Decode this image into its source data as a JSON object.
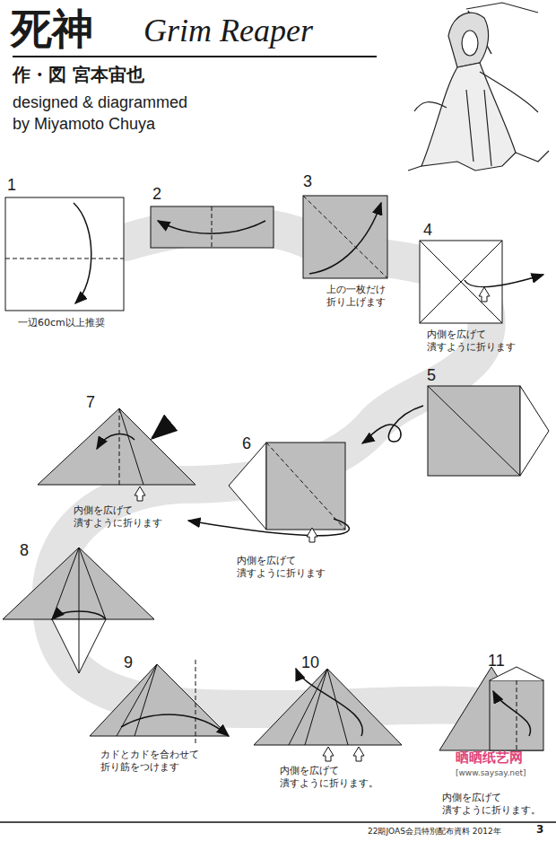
{
  "diagram": {
    "title": "死神",
    "labels": [
      "Grim Reaper",
      "作・図 宮本宙也",
      "designed & diagrammed",
      "by Miyamoto Chuya",
      "1",
      "一辺60cm以上推奨",
      "2",
      "3",
      "上の一枚だけ 折り上げます",
      "4",
      "内側を広げて 潰すように折ります",
      "5",
      "6",
      "内側を広げて 潰すように折ります",
      "7",
      "内側を広げて 潰すように折ります",
      "8",
      "9",
      "カドとカドを合わせて 折り筋をつけます",
      "10",
      "内側を広げて 潰すように折ります。",
      "11",
      "内側を広げて 潰すように折ります。",
      "晒晒纸艺网",
      "[www.saysay.net]",
      "22期JOAS会員特別配布資料 2012年",
      "3"
    ]
  }
}
